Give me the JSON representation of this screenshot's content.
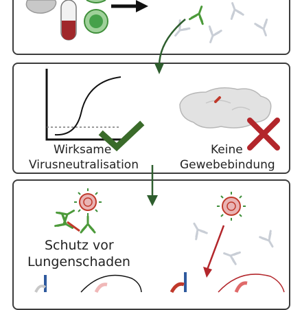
{
  "panel_middle": {
    "left_label_line1": "Wirksame",
    "left_label_line2": "Virusneutralisation",
    "right_label_line1": "Keine",
    "right_label_line2": "Gewebebindung"
  },
  "panel_bottom": {
    "label_line1": "Schutz vor",
    "label_line2": "Lungenschaden"
  },
  "colors": {
    "frame": "#3c3c3c",
    "arrow_green": "#2e5e2e",
    "check_green": "#3a6b2a",
    "cross_red": "#b3262b",
    "antibody_green": "#4c9a3a",
    "virus_red": "#c0392b",
    "virus_spike_green": "#3f8f3a",
    "light_antibody": "#d9dde3",
    "blood_red": "#a0282b"
  }
}
